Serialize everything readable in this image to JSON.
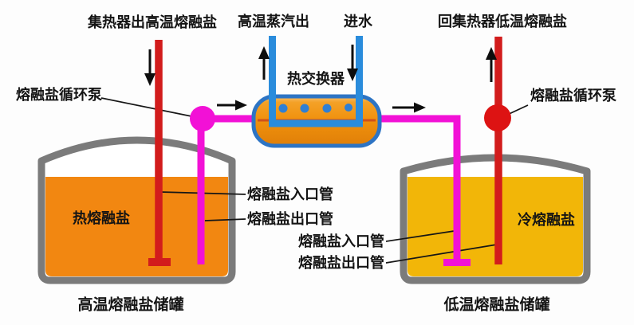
{
  "diagram": {
    "labels": {
      "collector_out": "集热器出高温熔融盐",
      "steam_out": "高温蒸汽出",
      "water_in": "进水",
      "return_collector": "回集热器低温熔融盐",
      "pump_left": "熔融盐循环泵",
      "pump_right": "熔融盐循环泵",
      "heat_exchanger": "热交换器",
      "hot_salt": "热熔融盐",
      "cold_salt": "冷熔融盐",
      "inlet_pipe_left": "熔融盐入口管",
      "outlet_pipe_left": "熔融盐出口管",
      "inlet_pipe_right": "熔融盐入口管",
      "outlet_pipe_right": "熔融盐出口管",
      "hot_tank": "高温熔融盐储罐",
      "cold_tank": "低温熔融盐储罐"
    },
    "colors": {
      "hot_pipe_red": "#d21c1c",
      "transfer_pipe_magenta": "#f211d6",
      "water_pipe_blue": "#2a8cdc",
      "hot_tank_fill": "#f28711",
      "cold_tank_fill": "#f2b608",
      "tank_wall_gray": "#7b7b7b",
      "exchanger_orange": "#f0910d",
      "exchanger_border_blue": "#2d74c4"
    }
  }
}
